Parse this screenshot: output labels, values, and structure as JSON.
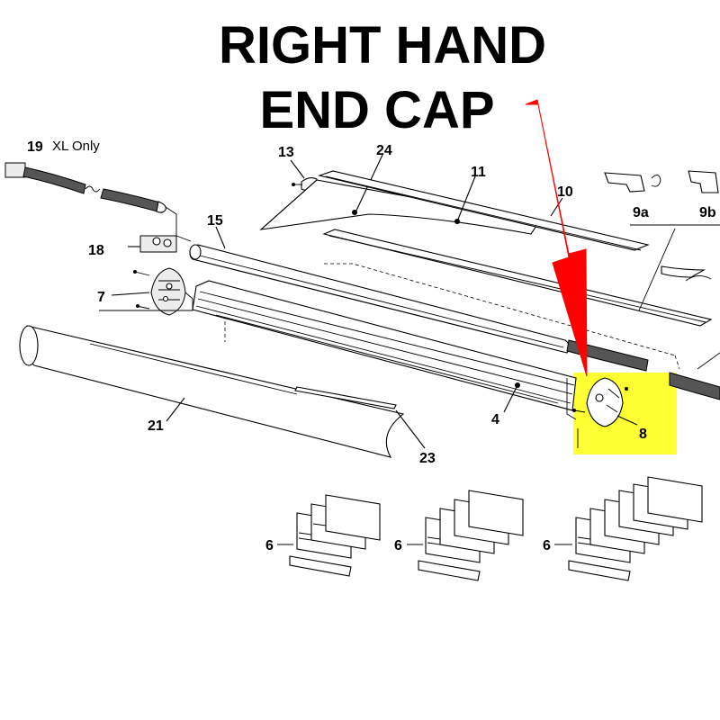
{
  "title": {
    "line1": "RIGHT HAND",
    "line2": "END CAP"
  },
  "colors": {
    "highlight": "#ffff33",
    "arrow": "#ff0000",
    "ink": "#000000"
  },
  "callouts": {
    "p19": "19",
    "p19_note": "XL Only",
    "p13": "13",
    "p24": "24",
    "p11": "11",
    "p10": "10",
    "p9a": "9a",
    "p9b": "9b",
    "p15": "15",
    "p18": "18",
    "p7": "7",
    "p21": "21",
    "p4": "4",
    "p23": "23",
    "p8": "8",
    "p6a": "6",
    "p6b": "6",
    "p6c": "6"
  },
  "highlighted_part": "8"
}
